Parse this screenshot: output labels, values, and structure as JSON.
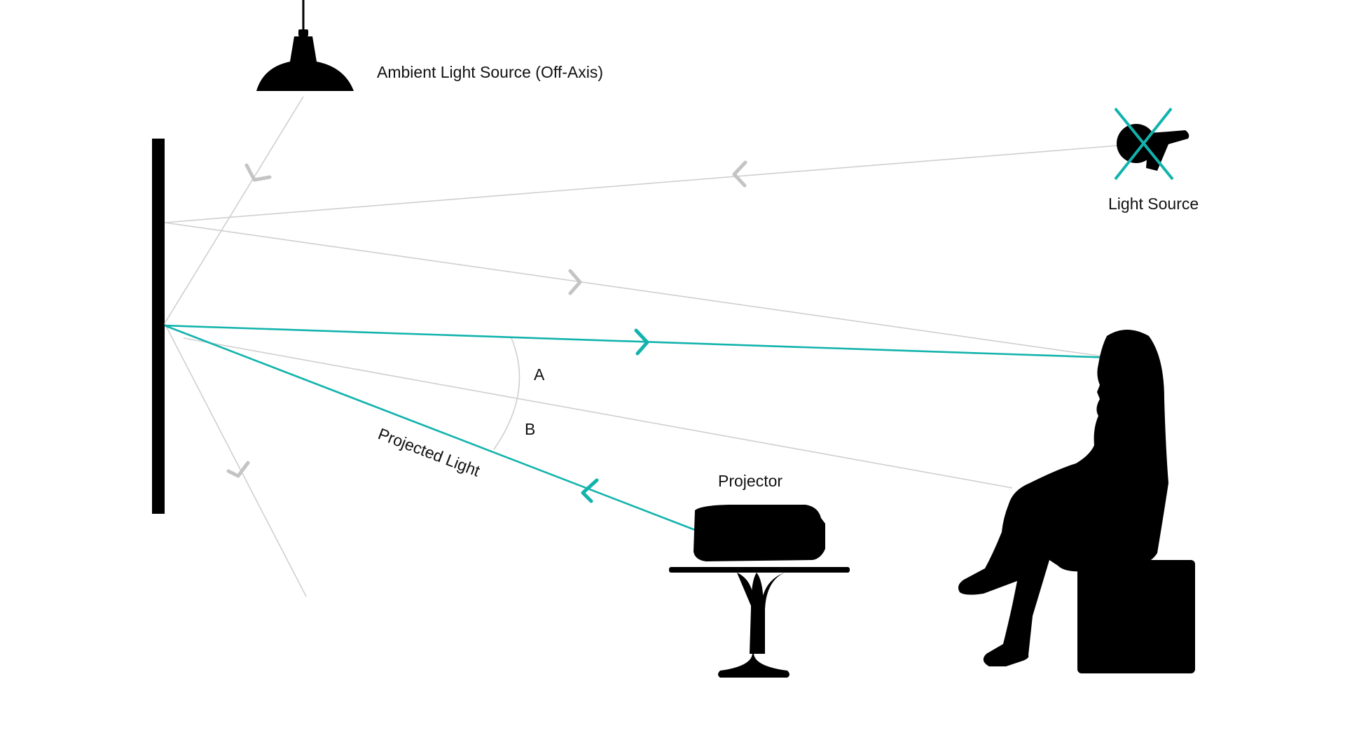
{
  "labels": {
    "ambient": "Ambient Light Source (Off-Axis)",
    "light_source": "Light Source",
    "projector": "Projector",
    "projected_light": "Projected Light",
    "angle_a": "A",
    "angle_b": "B"
  },
  "colors": {
    "projected_ray": "#12b3ad",
    "ambient_ray": "#cfcfcf",
    "silhouette": "#000000",
    "background": "#ffffff"
  },
  "icons": {
    "ceiling_lamp": "pendant-lamp-icon",
    "blocked_light_source": "spotlight-crossed-out-icon",
    "projector": "projector-icon",
    "table": "tulip-table-icon",
    "viewer": "seated-person-icon",
    "screen": "projection-screen-icon"
  }
}
